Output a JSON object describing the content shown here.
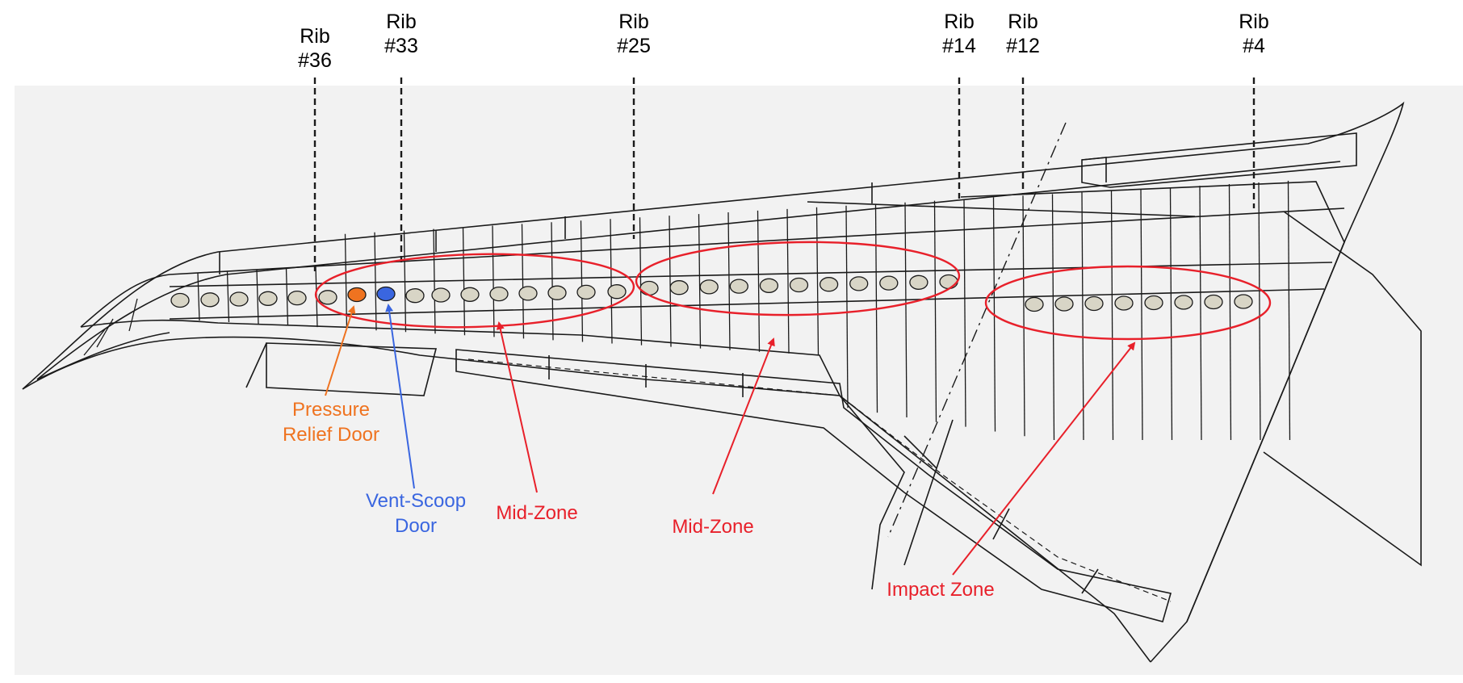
{
  "colors": {
    "background": "#ffffff",
    "panel": "#f2f2f2",
    "line": "#1a1a1a",
    "hole_fill": "#d8d5c6",
    "zone": "#e8202a",
    "relief": "#ef7320",
    "scoop": "#3a66e0"
  },
  "ribs": [
    {
      "line1": "Rib",
      "line2": "#36"
    },
    {
      "line1": "Rib",
      "line2": "#33"
    },
    {
      "line1": "Rib",
      "line2": "#25"
    },
    {
      "line1": "Rib",
      "line2": "#14"
    },
    {
      "line1": "Rib",
      "line2": "#12"
    },
    {
      "line1": "Rib",
      "line2": "#4"
    }
  ],
  "callouts": {
    "pressure_relief": {
      "line1": "Pressure",
      "line2": "Relief Door"
    },
    "vent_scoop": {
      "line1": "Vent-Scoop",
      "line2": "Door"
    },
    "mid_zone_left": "Mid-Zone",
    "mid_zone_right": "Mid-Zone",
    "impact_zone": "Impact Zone"
  }
}
